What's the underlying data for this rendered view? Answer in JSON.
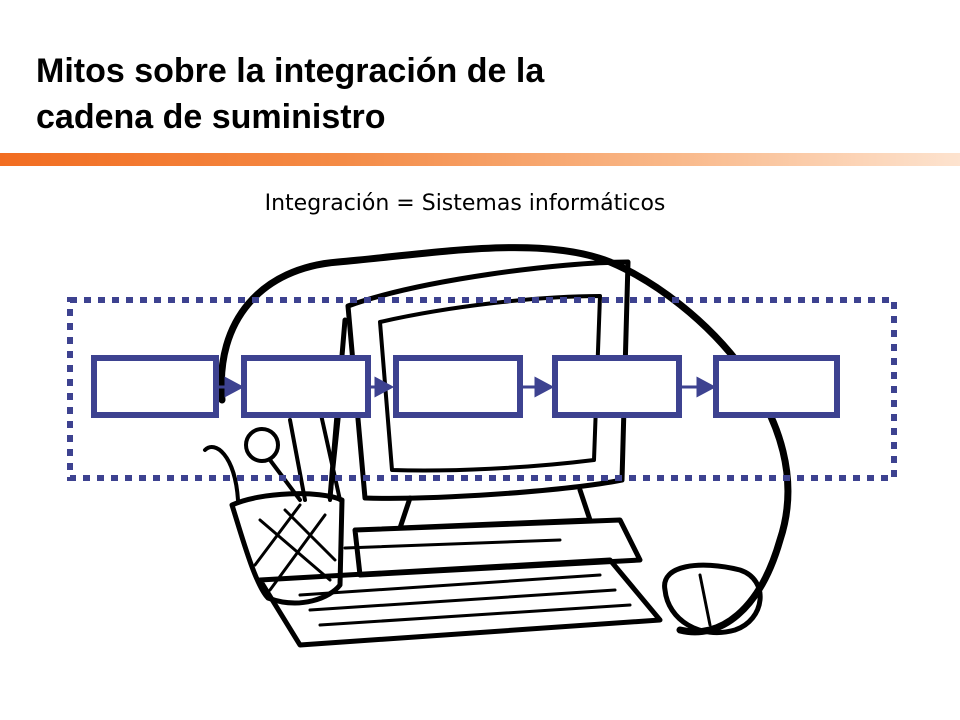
{
  "slide": {
    "title_line1": "Mitos sobre la integración de la",
    "title_line2": "cadena de suministro",
    "subtitle": "Integración = Sistemas informáticos",
    "accent_color": "#f26d21",
    "box_color": "#3d4290"
  },
  "diagram": {
    "illustration": "computer-clipart",
    "boundary": "dotted",
    "chain_box_count": 5,
    "connections": [
      "box-1→box-2",
      "box-2→box-3",
      "box-3→box-4",
      "box-4→box-5"
    ]
  }
}
